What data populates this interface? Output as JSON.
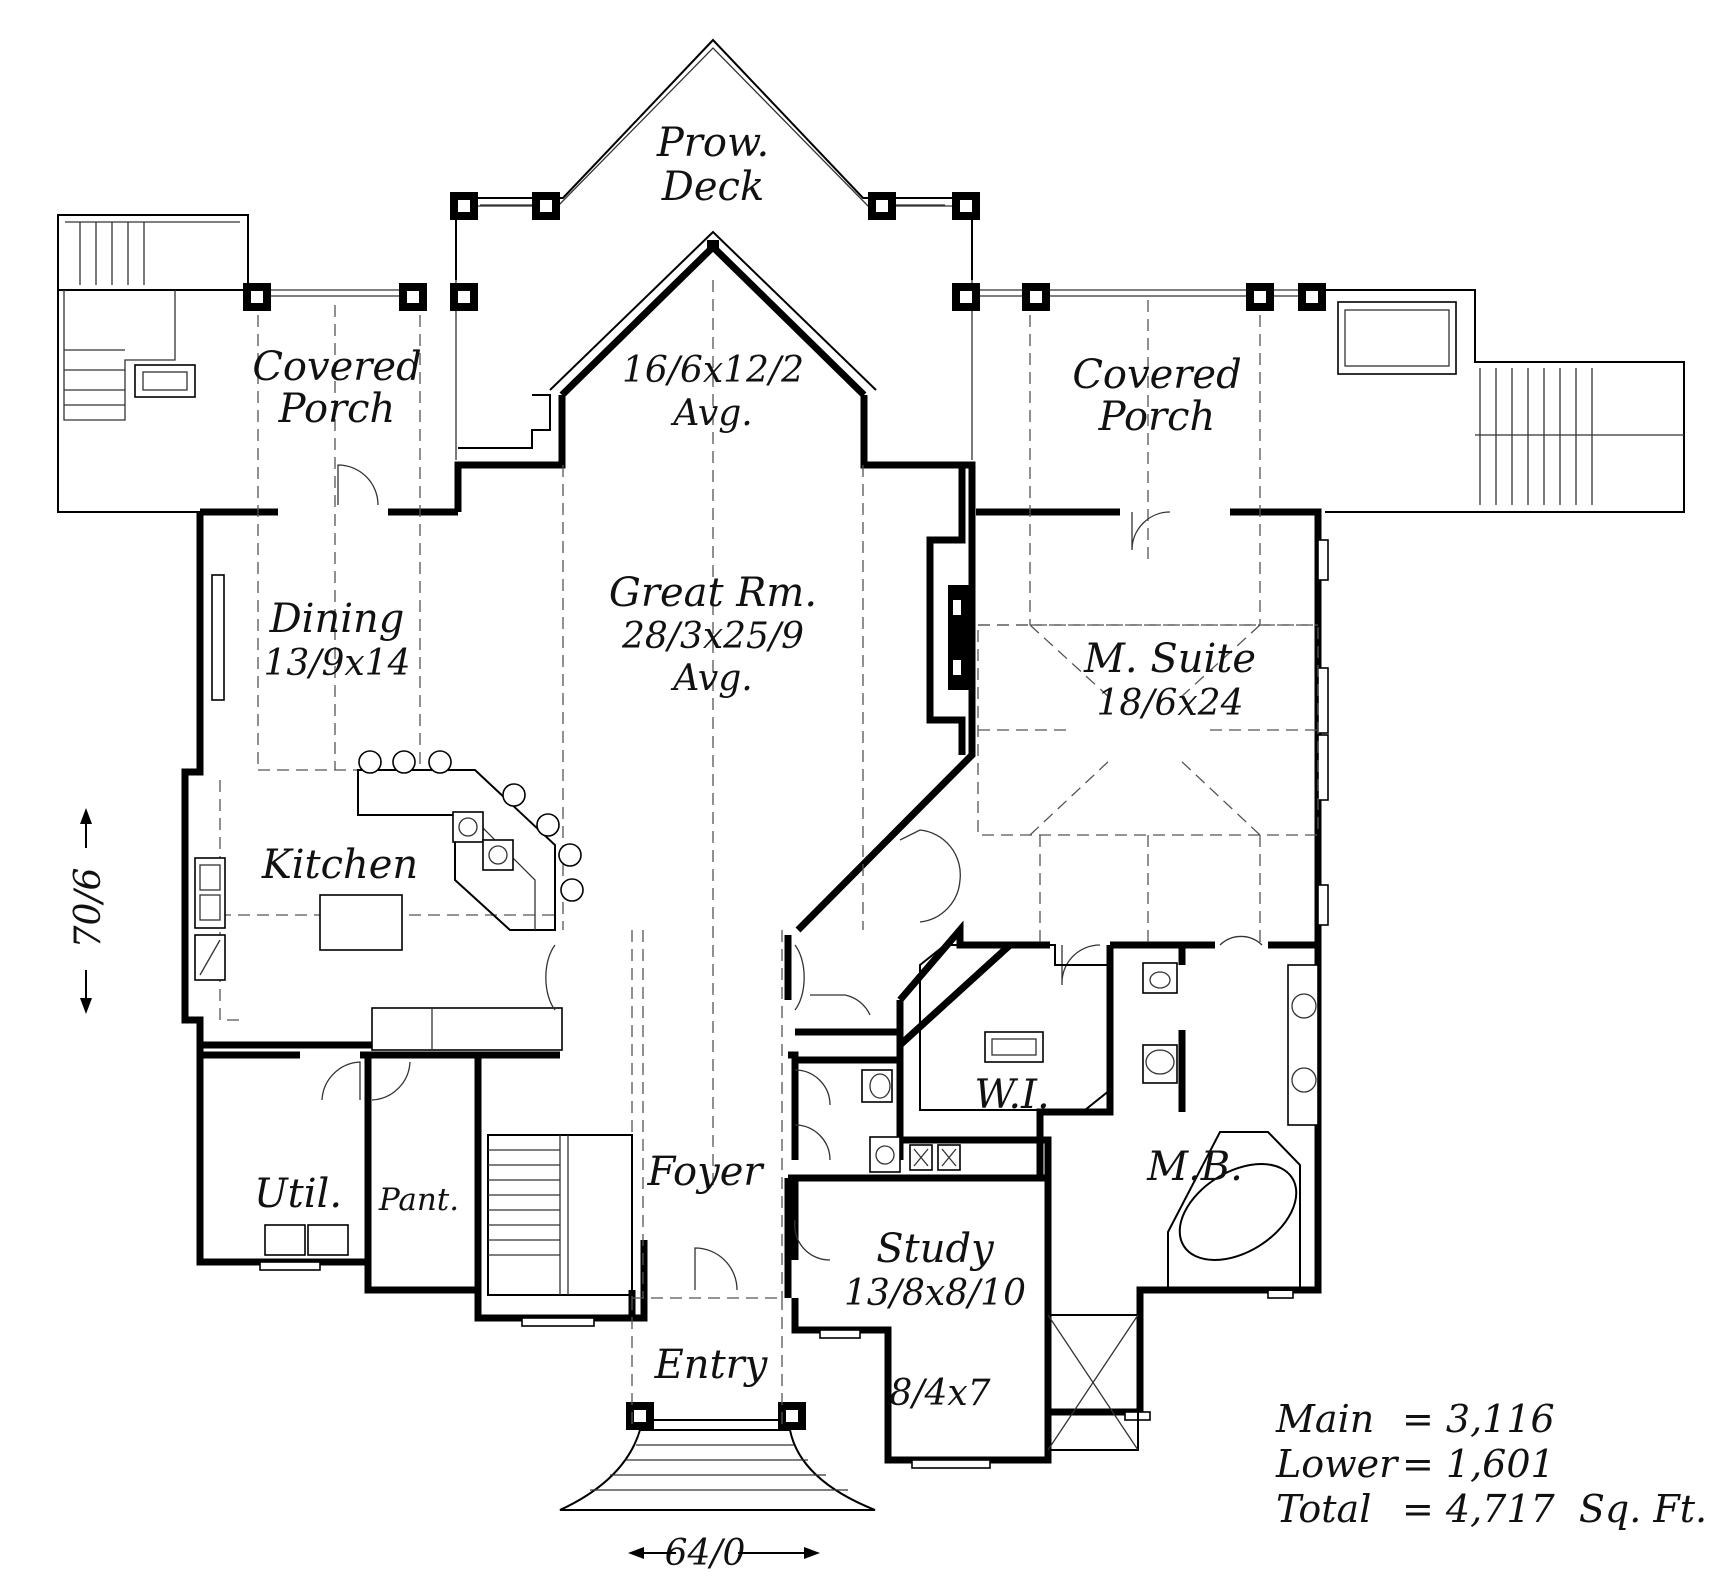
{
  "rooms": {
    "prow_deck": [
      "Prow.",
      "Deck"
    ],
    "covered_porch_left": [
      "Covered",
      "Porch"
    ],
    "covered_porch_right": [
      "Covered",
      "Porch"
    ],
    "vault": [
      "16/6x12/2",
      "Avg."
    ],
    "great_room": [
      "Great Rm.",
      "28/3x25/9",
      "Avg."
    ],
    "dining": [
      "Dining",
      "13/9x14"
    ],
    "master_suite": [
      "M. Suite",
      "18/6x24"
    ],
    "kitchen": "Kitchen",
    "walk_in": "W.I.",
    "master_bath": "M.B.",
    "foyer": "Foyer",
    "utility": "Util.",
    "pantry": "Pant.",
    "study": [
      "Study",
      "13/8x8/10"
    ],
    "study_alcove": "8/4x7",
    "entry": "Entry"
  },
  "dimensions": {
    "depth": "70/6",
    "width": "64/0"
  },
  "areas": [
    {
      "label": "Main",
      "value": "= 3,116"
    },
    {
      "label": "Lower",
      "value": "= 1,601"
    },
    {
      "label": "Total",
      "value": "= 4,717  Sq. Ft."
    }
  ]
}
